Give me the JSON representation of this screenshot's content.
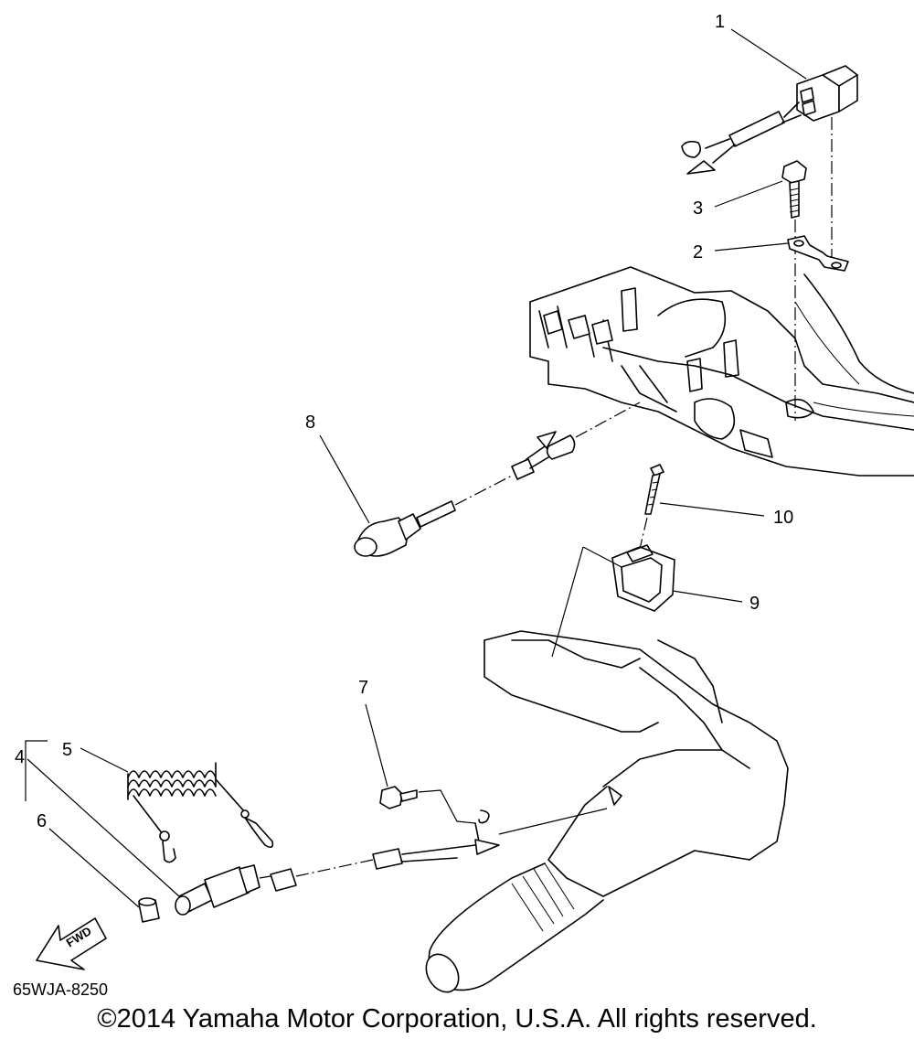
{
  "diagram": {
    "part_code": "65WJA-8250",
    "fwd_label": "FWD",
    "copyright": "©2014 Yamaha Motor Corporation, U.S.A. All rights reserved.",
    "callouts": [
      "1",
      "2",
      "3",
      "4",
      "5",
      "6",
      "7",
      "8",
      "9",
      "10"
    ]
  }
}
